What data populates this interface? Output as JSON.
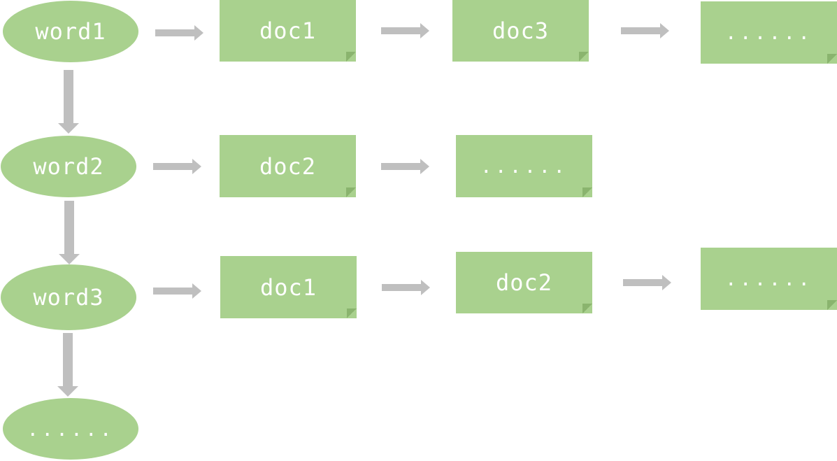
{
  "words": [
    {
      "label": "word1"
    },
    {
      "label": "word2"
    },
    {
      "label": "word3"
    },
    {
      "label": "......"
    }
  ],
  "rows": [
    {
      "docs": [
        "doc1",
        "doc3",
        "......"
      ]
    },
    {
      "docs": [
        "doc2",
        "......"
      ]
    },
    {
      "docs": [
        "doc1",
        "doc2",
        "......"
      ]
    }
  ],
  "colors": {
    "node_fill": "#a9d18e",
    "arrow": "#bfbfbf",
    "text": "#ffffff"
  }
}
